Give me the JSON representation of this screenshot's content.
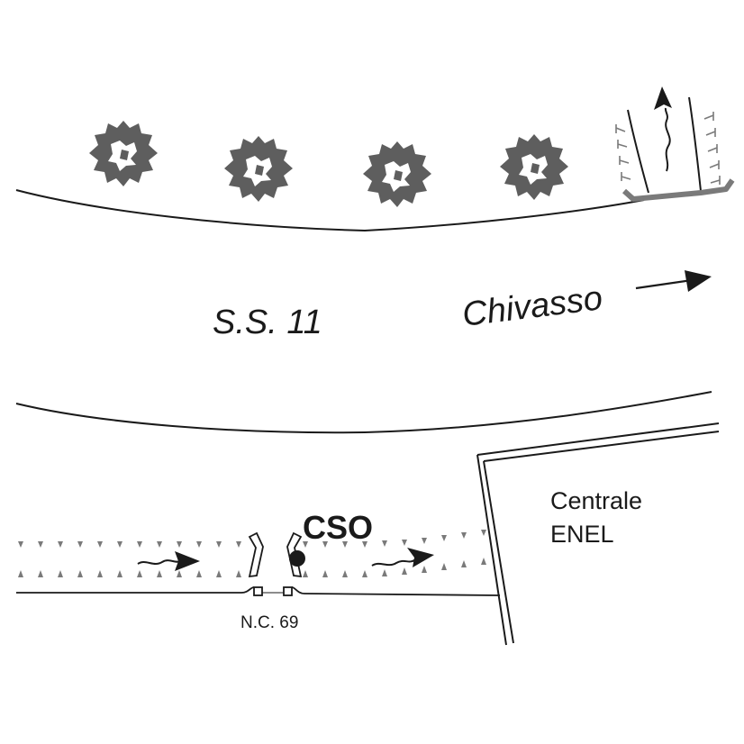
{
  "map": {
    "road": {
      "label": "S.S. 11"
    },
    "direction": {
      "label": "Chivasso"
    },
    "overflow": {
      "label": "CSO"
    },
    "plant": {
      "line1": "Centrale",
      "line2": "ENEL"
    },
    "culvert": {
      "label": "N.C. 69"
    },
    "trees": {
      "count": 4,
      "icon": "tree-icon"
    },
    "colors": {
      "ink": "#1a1a1a",
      "vegetation": "#5e5e5e",
      "bank": "#7a7a7a"
    }
  }
}
